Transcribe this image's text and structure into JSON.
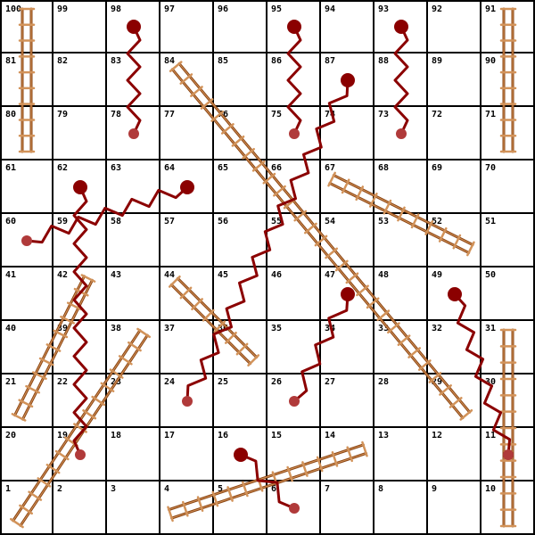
{
  "board": {
    "size": 10,
    "cells": [
      [
        100,
        99,
        98,
        97,
        96,
        95,
        94,
        93,
        92,
        91
      ],
      [
        81,
        82,
        83,
        84,
        85,
        86,
        87,
        88,
        89,
        90
      ],
      [
        80,
        79,
        78,
        77,
        76,
        75,
        74,
        73,
        72,
        71
      ],
      [
        61,
        62,
        63,
        64,
        65,
        66,
        67,
        68,
        69,
        70
      ],
      [
        60,
        59,
        58,
        57,
        56,
        55,
        54,
        53,
        52,
        51
      ],
      [
        41,
        42,
        43,
        44,
        45,
        46,
        47,
        48,
        49,
        50
      ],
      [
        40,
        39,
        38,
        37,
        36,
        35,
        34,
        33,
        32,
        31
      ],
      [
        21,
        22,
        23,
        24,
        25,
        26,
        27,
        28,
        29,
        30
      ],
      [
        20,
        19,
        18,
        17,
        16,
        15,
        14,
        13,
        12,
        11
      ],
      [
        1,
        2,
        3,
        4,
        5,
        6,
        7,
        8,
        9,
        10
      ]
    ]
  },
  "colors": {
    "grid": "#000000",
    "snake": "#8b0000",
    "snake_tail": "#b03a3a",
    "ladder_dark": "#8b4513",
    "ladder_light": "#d2935a"
  },
  "ladders": [
    {
      "from": 80,
      "to": 100
    },
    {
      "from": 71,
      "to": 91
    },
    {
      "from": 29,
      "to": 84
    },
    {
      "from": 52,
      "to": 67
    },
    {
      "from": 21,
      "to": 42
    },
    {
      "from": 1,
      "to": 38
    },
    {
      "from": 36,
      "to": 44
    },
    {
      "from": 10,
      "to": 31
    },
    {
      "from": 4,
      "to": 14
    }
  ],
  "snakes": [
    {
      "head": 98,
      "tail": 78
    },
    {
      "head": 95,
      "tail": 75
    },
    {
      "head": 93,
      "tail": 73
    },
    {
      "head": 87,
      "tail": 24
    },
    {
      "head": 64,
      "tail": 60
    },
    {
      "head": 62,
      "tail": 19
    },
    {
      "head": 47,
      "tail": 26
    },
    {
      "head": 49,
      "tail": 11
    },
    {
      "head": 16,
      "tail": 6
    }
  ]
}
